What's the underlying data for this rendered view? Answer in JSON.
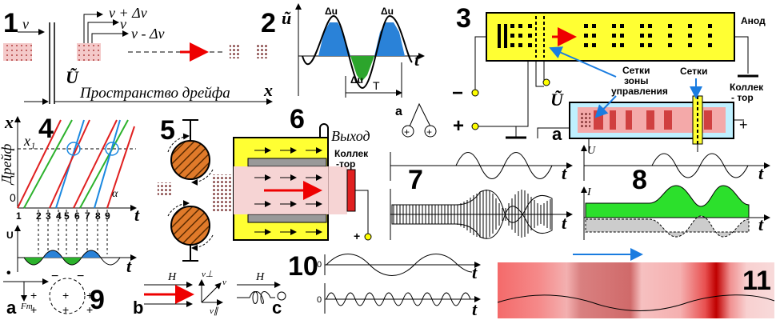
{
  "panels": {
    "p1": {
      "num": "1",
      "v": "v",
      "v_plus": "v + Δv",
      "v_mid": "v",
      "v_minus": "v - Δv",
      "u_tilde": "Ũ",
      "drift": "Пространство  дрейфа",
      "x": "x"
    },
    "p2": {
      "num": "2",
      "u_tilde": "ũ",
      "du1": "Δu",
      "du2": "Δu",
      "du3": "Δu",
      "t": "t",
      "T": "T"
    },
    "p3": {
      "num": "3",
      "anode": "Анод",
      "grids_zone": "Сетки\nзоны\nуправления",
      "grids": "Сетки",
      "collector": "Коллек\n- тор",
      "minus": "−",
      "plus": "+",
      "u_tilde": "Ũ",
      "a": "a",
      "plus2": "+"
    },
    "p4": {
      "num": "4",
      "x": "x",
      "x1": "x₁",
      "drift": "Дрейф",
      "zero": "0",
      "one": "1",
      "alpha": "α",
      "t": "t",
      "U": "U",
      "ticks": [
        "2",
        "3",
        "4",
        "5",
        "6",
        "7",
        "8",
        "9"
      ]
    },
    "p5": {
      "num": "5"
    },
    "p6": {
      "num": "6",
      "exit": "Выход",
      "collector": "Коллек\n-тор",
      "plus": "+"
    },
    "pa": {
      "a": "a",
      "p1": "+",
      "p2": "+"
    },
    "p7": {
      "num": "7",
      "t1": "t",
      "t2": "t"
    },
    "p8": {
      "num": "8",
      "U": "U",
      "I": "I",
      "t1": "t",
      "t2": "t"
    },
    "p9": {
      "num": "9",
      "a": "a",
      "b": "b",
      "c": "c",
      "Fm": "Fm",
      "H": "H",
      "H2": "H",
      "v_perp": "v⊥",
      "v": "v",
      "v_par": "v∥"
    },
    "p10": {
      "num": "10",
      "zero1": "0",
      "zero2": "0",
      "t1": "t",
      "t2": "t"
    },
    "p11": {
      "num": "11"
    }
  }
}
